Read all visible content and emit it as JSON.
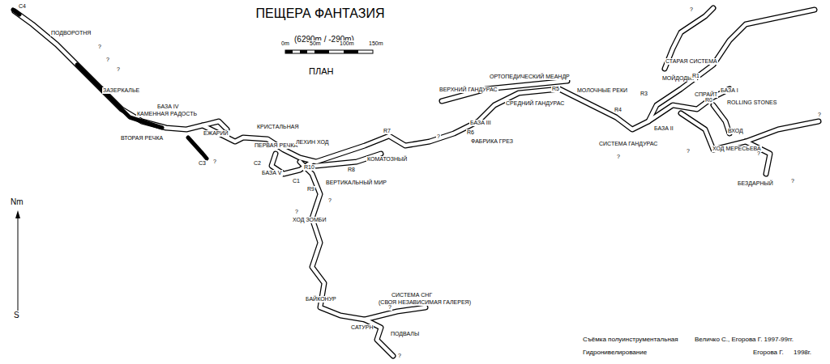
{
  "diagram": {
    "title": "ПЕЩЕРА ФАНТАЗИЯ",
    "labels": [
      "(6290m / -290m)",
      "0m",
      "50m",
      "100m",
      "150m",
      "ПЛАН",
      "C4",
      "ПОДВОРОТНЯ",
      "ЗАЗЕРКАЛЬЕ",
      "БАЗА IV",
      "КАМЕННАЯ РАДОСТЬ",
      "ВТОРАЯ РЕЧКА",
      "C3",
      "ЕЖАРИЙ",
      "КРИСТАЛЬНАЯ",
      "ПЕРВАЯ РЕЧКА",
      "ЛЕХИН ХОД",
      "C2",
      "БАЗА V",
      "C1",
      "R10",
      "R8",
      "R9",
      "КОМАТОЗНЫЙ",
      "ВЕРТИКАЛЬНЫЙ МИР",
      "R7",
      "ХОД ЗОМБИ",
      "БАЙКОНУР",
      "СИСТЕМА СНГ",
      "(СВОЯ НЕЗАВИСИМАЯ ГАЛЕРЕЯ)",
      "САТУРН",
      "ПОДВАЛЫ",
      "R6",
      "БАЗА III",
      "ФАБРИКА ГРЕЗ",
      "ВЕРХНИЙ ГАНДУРАС",
      "ОРТОПЕДИЧЕСКИЙ МЕАНДР",
      "R5",
      "СРЕДНИЙ ГАНДУРАС",
      "МОЛОЧНЫЕ РЕКИ",
      "R4",
      "СИСТЕМА ГАНДУРАС",
      "БАЗА II",
      "R3",
      "МОЙДОДЫР",
      "СТАРАЯ СИСТЕМА",
      "R1",
      "СПРАЙТ",
      "БАЗА I",
      "R0",
      "ROLLING STONES",
      "ВХОД",
      "ХОД МЕРЕСЬЕВА",
      "БЕЗДАРНЫЙ",
      "Nm",
      "S",
      "Съёмка полуинструментальная",
      "Величко С., Егорова Г. 1997-99гг.",
      "Гидронивелирование",
      "Егорова Г.",
      "1998г.",
      "?",
      "?",
      "?",
      "?",
      "?",
      "?",
      "?",
      "?",
      "?",
      "?",
      "?",
      "?",
      "?",
      "?",
      "?"
    ]
  }
}
